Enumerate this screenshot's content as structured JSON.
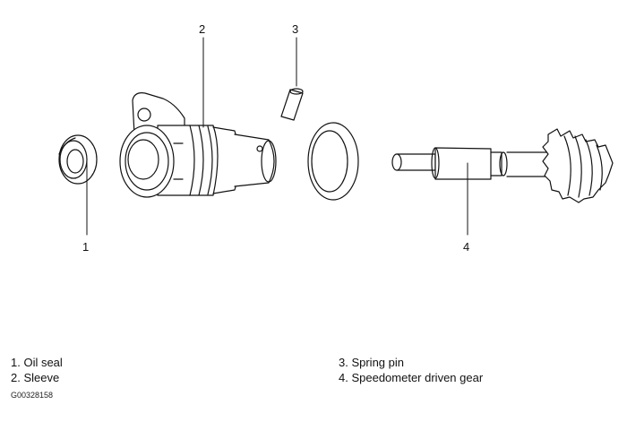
{
  "callouts": {
    "c1": "1",
    "c2": "2",
    "c3": "3",
    "c4": "4"
  },
  "legend": {
    "item1": "1. Oil seal",
    "item2": "2. Sleeve",
    "item3": "3. Spring pin",
    "item4": "4. Speedometer driven gear"
  },
  "figure_code": "G00328158"
}
